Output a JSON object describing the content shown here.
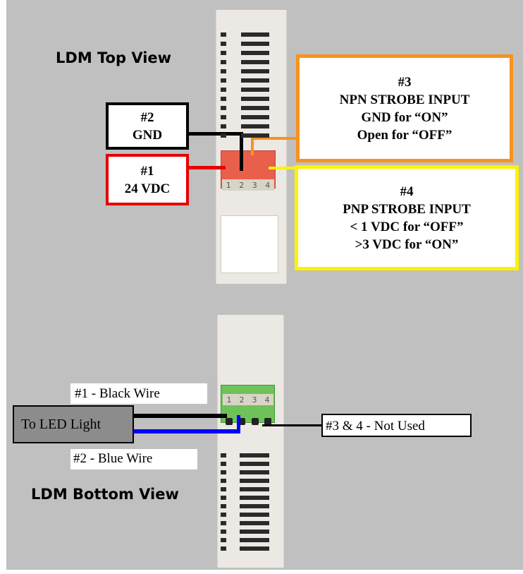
{
  "top_view": {
    "title": "LDM Top View",
    "terminal_numbers": [
      "1",
      "2",
      "3",
      "4"
    ],
    "pins": [
      {
        "number": "#1",
        "desc": "24 VDC",
        "color": "#e60000"
      },
      {
        "number": "#2",
        "desc": "GND",
        "color": "#000000"
      },
      {
        "number": "#3",
        "lines": [
          "NPN STROBE INPUT",
          "GND for “ON”",
          "Open for “OFF”"
        ],
        "color": "#f7931e"
      },
      {
        "number": "#4",
        "lines": [
          "PNP STROBE INPUT",
          "< 1 VDC for “OFF”",
          ">3 VDC for “ON”"
        ],
        "color": "#fff200"
      }
    ]
  },
  "bottom_view": {
    "title": "LDM Bottom View",
    "terminal_numbers": [
      "1",
      "2",
      "3",
      "4"
    ],
    "light_label": "To LED Light",
    "wires": [
      {
        "label": "#1 - Black Wire",
        "color": "#000000"
      },
      {
        "label": "#2 - Blue Wire",
        "color": "#0000ff"
      }
    ],
    "unused_label": "#3 & 4 - Not Used"
  },
  "colors": {
    "background": "#c0c0c0",
    "terminal_top": "#e8604c",
    "terminal_bottom": "#6fc25a",
    "module_body": "#ece9e4"
  }
}
